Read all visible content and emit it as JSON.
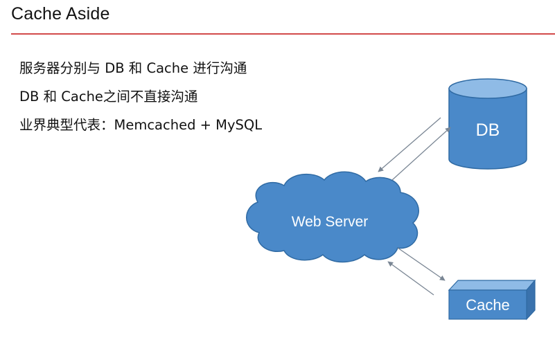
{
  "title": "Cache Aside",
  "bullets": [
    "服务器分别与 DB 和 Cache 进行沟通",
    "DB 和 Cache之间不直接沟通",
    "业界典型代表：Memcached + MySQL"
  ],
  "diagram": {
    "nodes": {
      "db": "DB",
      "web_server": "Web Server",
      "cache": "Cache"
    },
    "colors": {
      "fill": "#4a89c9",
      "fill_dark": "#3a72ad",
      "fill_light": "#8fbbe6",
      "stroke": "#2f6aa3",
      "arrow": "#7a8694",
      "title_rule": "#d24a4a"
    }
  }
}
